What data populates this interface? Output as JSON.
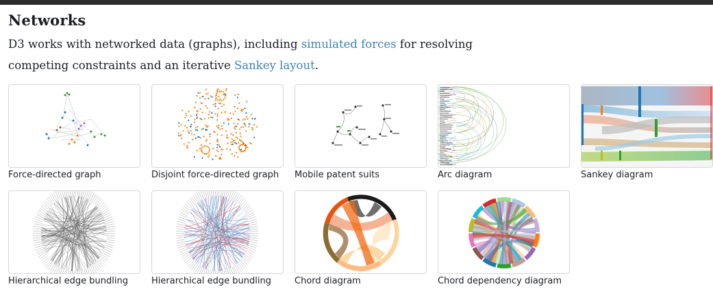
{
  "section": {
    "title": "Networks",
    "intro_before": "D3 works with networked data (graphs), including ",
    "link_forces": "simulated forces",
    "intro_middle": " for resolving competing constraints and an iterative ",
    "link_sankey": "Sankey layout",
    "intro_after": "."
  },
  "examples": [
    {
      "caption": "Force-directed graph",
      "thumb": "force-directed-graph"
    },
    {
      "caption": "Disjoint force-directed graph",
      "thumb": "disjoint-force-directed-graph"
    },
    {
      "caption": "Mobile patent suits",
      "thumb": "mobile-patent-suits"
    },
    {
      "caption": "Arc diagram",
      "thumb": "arc-diagram"
    },
    {
      "caption": "Sankey diagram",
      "thumb": "sankey-diagram"
    },
    {
      "caption": "Hierarchical edge bundling",
      "thumb": "hierarchical-edge-bundling"
    },
    {
      "caption": "Hierarchical edge bundling",
      "thumb": "hierarchical-edge-bundling-colored"
    },
    {
      "caption": "Chord diagram",
      "thumb": "chord-diagram"
    },
    {
      "caption": "Chord dependency diagram",
      "thumb": "chord-dependency-diagram"
    }
  ],
  "colors": {
    "link": "#3b82b6",
    "text": "#1b1e23",
    "page_background": "#ffffff",
    "frame_background": "#2b2b2b",
    "node_blue": "#1f77b4",
    "node_orange": "#ff7f0e",
    "node_green": "#2ca02c"
  }
}
